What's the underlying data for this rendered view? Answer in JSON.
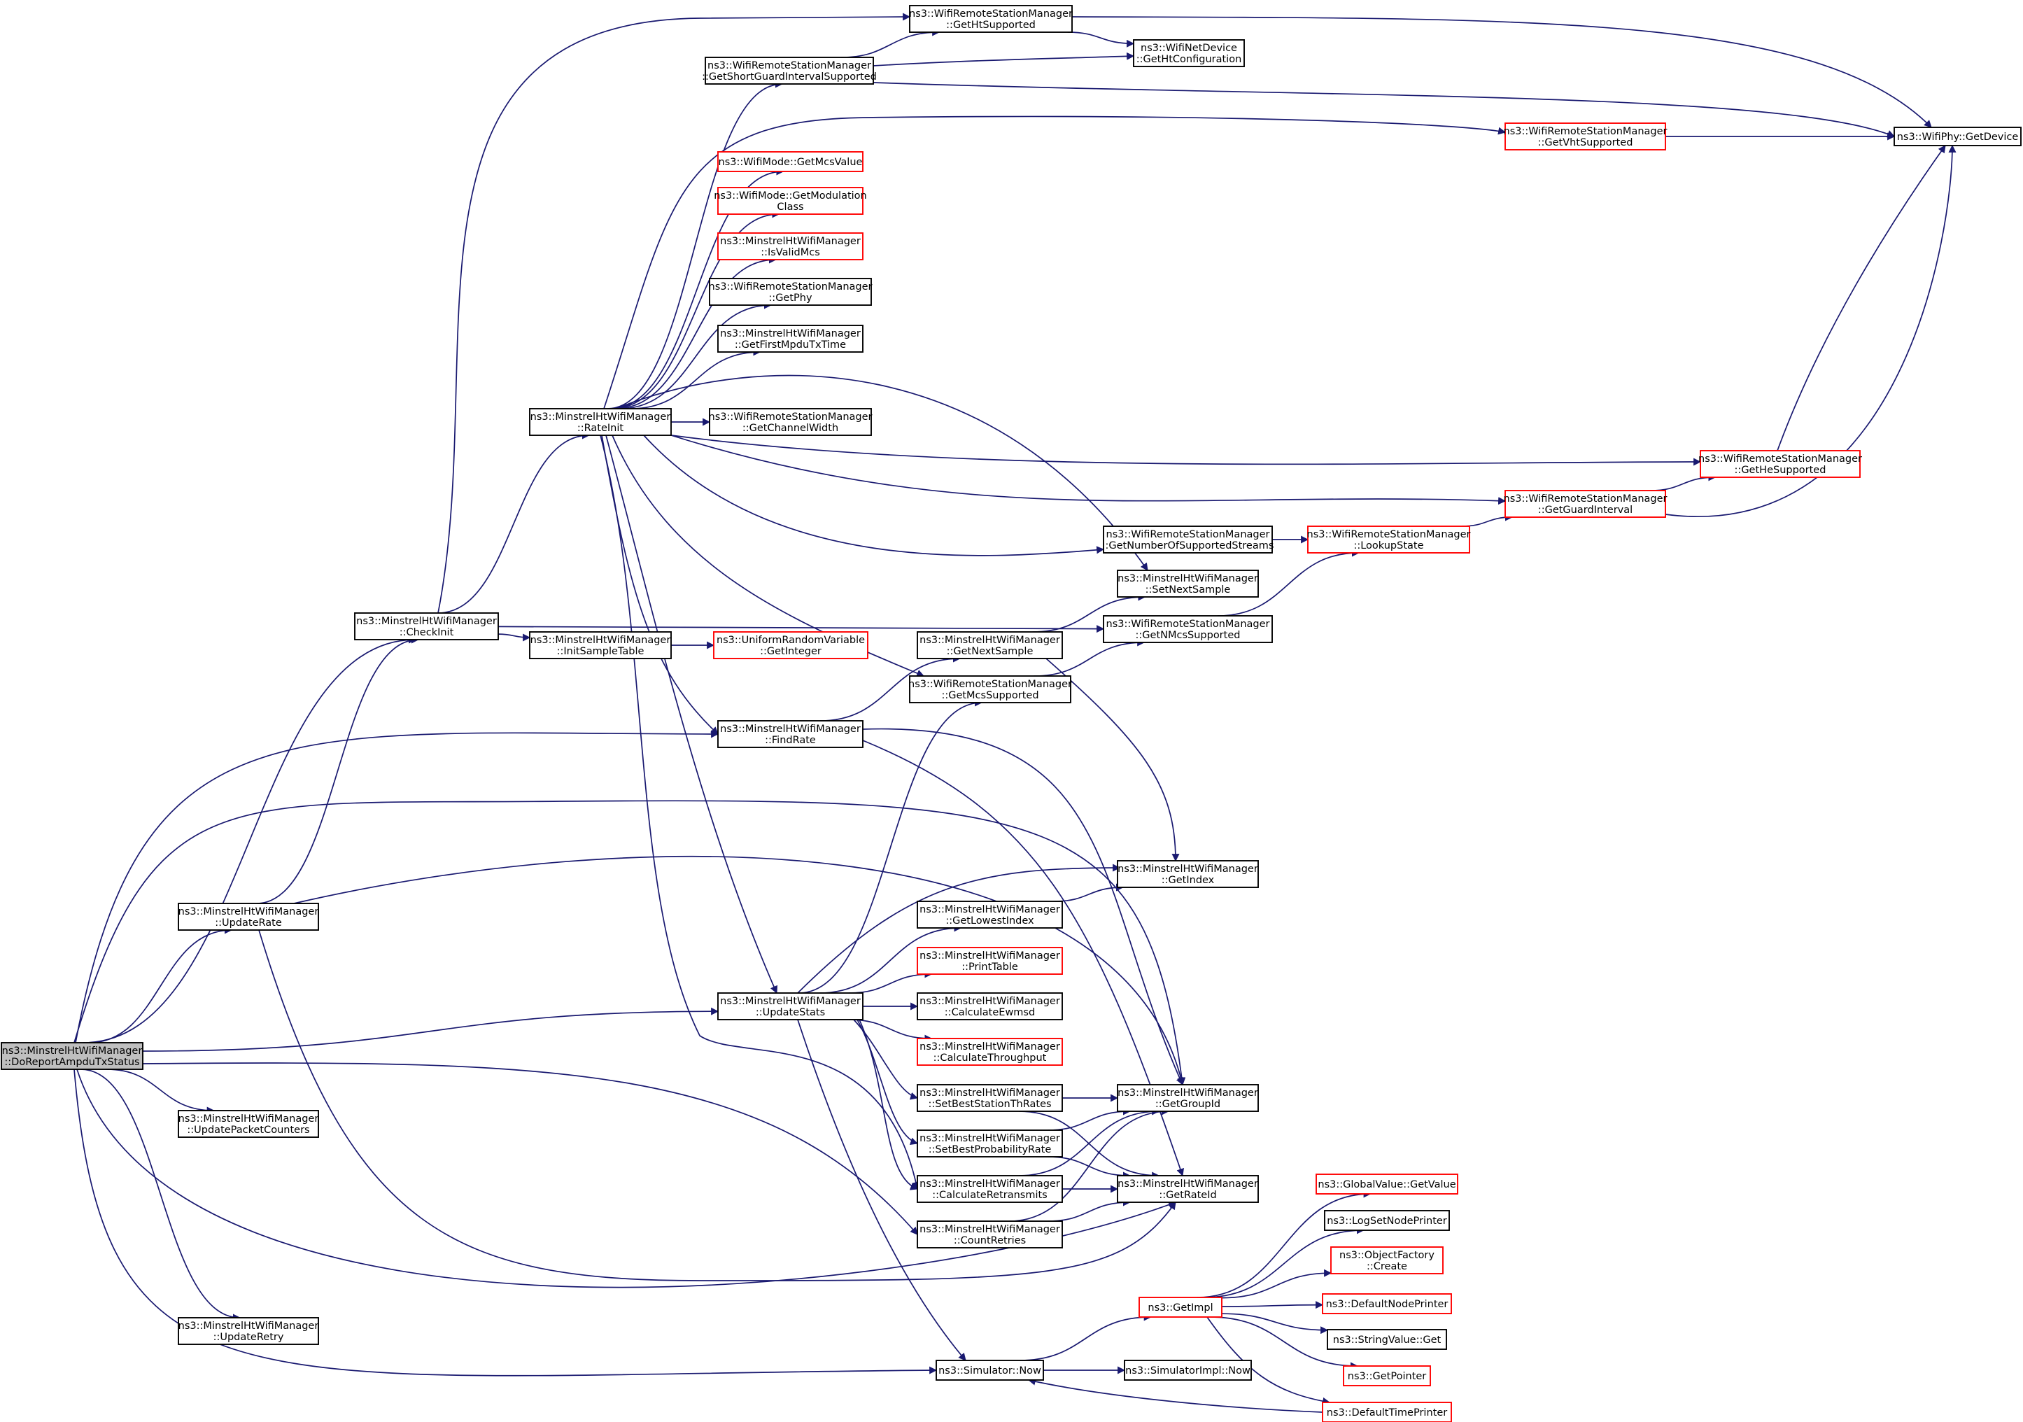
{
  "colors": {
    "edge": "#191970",
    "normal_border": "#000000",
    "truncated_border": "#ff0000",
    "root_fill": "#bfbfbf"
  },
  "nodes": [
    {
      "id": "root",
      "lines": [
        "ns3::MinstrelHtWifiManager",
        "::DoReportAmpduTxStatus"
      ],
      "style": "root"
    },
    {
      "id": "checkinit",
      "lines": [
        "ns3::MinstrelHtWifiManager",
        "::CheckInit"
      ],
      "style": "normal"
    },
    {
      "id": "updaterate",
      "lines": [
        "ns3::MinstrelHtWifiManager",
        "::UpdateRate"
      ],
      "style": "normal"
    },
    {
      "id": "updpktcnt",
      "lines": [
        "ns3::MinstrelHtWifiManager",
        "::UpdatePacketCounters"
      ],
      "style": "normal"
    },
    {
      "id": "updretry",
      "lines": [
        "ns3::MinstrelHtWifiManager",
        "::UpdateRetry"
      ],
      "style": "normal"
    },
    {
      "id": "rateinit",
      "lines": [
        "ns3::MinstrelHtWifiManager",
        "::RateInit"
      ],
      "style": "normal"
    },
    {
      "id": "initsample",
      "lines": [
        "ns3::MinstrelHtWifiManager",
        "::InitSampleTable"
      ],
      "style": "normal"
    },
    {
      "id": "getht",
      "lines": [
        "ns3::WifiRemoteStationManager",
        "::GetHtSupported"
      ],
      "style": "normal"
    },
    {
      "id": "getsgi",
      "lines": [
        "ns3::WifiRemoteStationManager",
        "::GetShortGuardIntervalSupported"
      ],
      "style": "normal"
    },
    {
      "id": "getmcsval",
      "lines": [
        "ns3::WifiMode::GetMcsValue"
      ],
      "style": "truncated"
    },
    {
      "id": "getmod",
      "lines": [
        "ns3::WifiMode::GetModulation",
        "Class"
      ],
      "style": "truncated"
    },
    {
      "id": "isvalidmcs",
      "lines": [
        "ns3::MinstrelHtWifiManager",
        "::IsValidMcs"
      ],
      "style": "truncated"
    },
    {
      "id": "getphy",
      "lines": [
        "ns3::WifiRemoteStationManager",
        "::GetPhy"
      ],
      "style": "normal"
    },
    {
      "id": "getfirstmpdu",
      "lines": [
        "ns3::MinstrelHtWifiManager",
        "::GetFirstMpduTxTime"
      ],
      "style": "normal"
    },
    {
      "id": "getchw",
      "lines": [
        "ns3::WifiRemoteStationManager",
        "::GetChannelWidth"
      ],
      "style": "normal"
    },
    {
      "id": "uniform",
      "lines": [
        "ns3::UniformRandomVariable",
        "::GetInteger"
      ],
      "style": "truncated"
    },
    {
      "id": "findrate",
      "lines": [
        "ns3::MinstrelHtWifiManager",
        "::FindRate"
      ],
      "style": "normal"
    },
    {
      "id": "updatestats",
      "lines": [
        "ns3::MinstrelHtWifiManager",
        "::UpdateStats"
      ],
      "style": "normal"
    },
    {
      "id": "htconfig",
      "lines": [
        "ns3::WifiNetDevice",
        "::GetHtConfiguration"
      ],
      "style": "normal"
    },
    {
      "id": "getnext",
      "lines": [
        "ns3::MinstrelHtWifiManager",
        "::GetNextSample"
      ],
      "style": "normal"
    },
    {
      "id": "getmcssup",
      "lines": [
        "ns3::WifiRemoteStationManager",
        "::GetMcsSupported"
      ],
      "style": "normal"
    },
    {
      "id": "getlowest",
      "lines": [
        "ns3::MinstrelHtWifiManager",
        "::GetLowestIndex"
      ],
      "style": "normal"
    },
    {
      "id": "printtable",
      "lines": [
        "ns3::MinstrelHtWifiManager",
        "::PrintTable"
      ],
      "style": "truncated"
    },
    {
      "id": "calcewmsd",
      "lines": [
        "ns3::MinstrelHtWifiManager",
        "::CalculateEwmsd"
      ],
      "style": "normal"
    },
    {
      "id": "calcthr",
      "lines": [
        "ns3::MinstrelHtWifiManager",
        "::CalculateThroughput"
      ],
      "style": "truncated"
    },
    {
      "id": "setbeststa",
      "lines": [
        "ns3::MinstrelHtWifiManager",
        "::SetBestStationThRates"
      ],
      "style": "normal"
    },
    {
      "id": "setbestprob",
      "lines": [
        "ns3::MinstrelHtWifiManager",
        "::SetBestProbabilityRate"
      ],
      "style": "normal"
    },
    {
      "id": "calcretr",
      "lines": [
        "ns3::MinstrelHtWifiManager",
        "::CalculateRetransmits"
      ],
      "style": "normal"
    },
    {
      "id": "countretries",
      "lines": [
        "ns3::MinstrelHtWifiManager",
        "::CountRetries"
      ],
      "style": "normal"
    },
    {
      "id": "simnow",
      "lines": [
        "ns3::Simulator::Now"
      ],
      "style": "normal"
    },
    {
      "id": "getnss",
      "lines": [
        "ns3::WifiRemoteStationManager",
        "::GetNumberOfSupportedStreams"
      ],
      "style": "normal"
    },
    {
      "id": "setnext",
      "lines": [
        "ns3::MinstrelHtWifiManager",
        "::SetNextSample"
      ],
      "style": "normal"
    },
    {
      "id": "getnmcs",
      "lines": [
        "ns3::WifiRemoteStationManager",
        "::GetNMcsSupported"
      ],
      "style": "normal"
    },
    {
      "id": "getindex",
      "lines": [
        "ns3::MinstrelHtWifiManager",
        "::GetIndex"
      ],
      "style": "normal"
    },
    {
      "id": "getgroupid",
      "lines": [
        "ns3::MinstrelHtWifiManager",
        "::GetGroupId"
      ],
      "style": "normal"
    },
    {
      "id": "getrateid",
      "lines": [
        "ns3::MinstrelHtWifiManager",
        "::GetRateId"
      ],
      "style": "normal"
    },
    {
      "id": "simimplnow",
      "lines": [
        "ns3::SimulatorImpl::Now"
      ],
      "style": "normal"
    },
    {
      "id": "getimpl",
      "lines": [
        "ns3::GetImpl"
      ],
      "style": "truncated"
    },
    {
      "id": "getvht",
      "lines": [
        "ns3::WifiRemoteStationManager",
        "::GetVhtSupported"
      ],
      "style": "truncated"
    },
    {
      "id": "gethe",
      "lines": [
        "ns3::WifiRemoteStationManager",
        "::GetHeSupported"
      ],
      "style": "truncated"
    },
    {
      "id": "getgi",
      "lines": [
        "ns3::WifiRemoteStationManager",
        "::GetGuardInterval"
      ],
      "style": "truncated"
    },
    {
      "id": "lookupstate",
      "lines": [
        "ns3::WifiRemoteStationManager",
        "::LookupState"
      ],
      "style": "truncated"
    },
    {
      "id": "getdevice",
      "lines": [
        "ns3::WifiPhy::GetDevice"
      ],
      "style": "normal"
    },
    {
      "id": "globalvalue",
      "lines": [
        "ns3::GlobalValue::GetValue"
      ],
      "style": "truncated"
    },
    {
      "id": "logsetnode",
      "lines": [
        "ns3::LogSetNodePrinter"
      ],
      "style": "normal"
    },
    {
      "id": "objfactory",
      "lines": [
        "ns3::ObjectFactory",
        "::Create"
      ],
      "style": "truncated"
    },
    {
      "id": "defnodeprinter",
      "lines": [
        "ns3::DefaultNodePrinter"
      ],
      "style": "truncated"
    },
    {
      "id": "stringvalue",
      "lines": [
        "ns3::StringValue::Get"
      ],
      "style": "normal"
    },
    {
      "id": "getpointer",
      "lines": [
        "ns3::GetPointer"
      ],
      "style": "truncated"
    },
    {
      "id": "deftimeprinter",
      "lines": [
        "ns3::DefaultTimePrinter"
      ],
      "style": "truncated"
    }
  ],
  "edges": [
    [
      "root",
      "checkinit"
    ],
    [
      "root",
      "findrate"
    ],
    [
      "root",
      "getgroupid"
    ],
    [
      "root",
      "getrateid"
    ],
    [
      "root",
      "updaterate"
    ],
    [
      "root",
      "updatestats"
    ],
    [
      "root",
      "countretries"
    ],
    [
      "root",
      "updpktcnt"
    ],
    [
      "root",
      "updretry"
    ],
    [
      "root",
      "simnow"
    ],
    [
      "checkinit",
      "getht"
    ],
    [
      "checkinit",
      "rateinit"
    ],
    [
      "checkinit",
      "getnmcs"
    ],
    [
      "checkinit",
      "initsample"
    ],
    [
      "updaterate",
      "checkinit"
    ],
    [
      "updaterate",
      "getgroupid"
    ],
    [
      "updaterate",
      "getrateid"
    ],
    [
      "rateinit",
      "getsgi"
    ],
    [
      "rateinit",
      "getvht"
    ],
    [
      "rateinit",
      "getmcsval"
    ],
    [
      "rateinit",
      "getmod"
    ],
    [
      "rateinit",
      "isvalidmcs"
    ],
    [
      "rateinit",
      "getphy"
    ],
    [
      "rateinit",
      "getfirstmpdu"
    ],
    [
      "rateinit",
      "getchw"
    ],
    [
      "rateinit",
      "setnext"
    ],
    [
      "rateinit",
      "gethe"
    ],
    [
      "rateinit",
      "getgi"
    ],
    [
      "rateinit",
      "getnss"
    ],
    [
      "rateinit",
      "getmcssup"
    ],
    [
      "rateinit",
      "findrate"
    ],
    [
      "rateinit",
      "updatestats"
    ],
    [
      "rateinit",
      "calcretr"
    ],
    [
      "initsample",
      "uniform"
    ],
    [
      "getht",
      "htconfig"
    ],
    [
      "getht",
      "getdevice"
    ],
    [
      "getsgi",
      "getht"
    ],
    [
      "getsgi",
      "htconfig"
    ],
    [
      "getsgi",
      "getdevice"
    ],
    [
      "getvht",
      "getdevice"
    ],
    [
      "gethe",
      "getdevice"
    ],
    [
      "getgi",
      "gethe"
    ],
    [
      "getgi",
      "getdevice"
    ],
    [
      "getnss",
      "lookupstate"
    ],
    [
      "lookupstate",
      "getgi"
    ],
    [
      "getnmcs",
      "lookupstate"
    ],
    [
      "findrate",
      "getnext"
    ],
    [
      "findrate",
      "getgroupid"
    ],
    [
      "findrate",
      "getrateid"
    ],
    [
      "getnext",
      "setnext"
    ],
    [
      "getnext",
      "getindex"
    ],
    [
      "getmcssup",
      "getnmcs"
    ],
    [
      "updatestats",
      "getmcssup"
    ],
    [
      "updatestats",
      "getindex"
    ],
    [
      "updatestats",
      "getlowest"
    ],
    [
      "updatestats",
      "printtable"
    ],
    [
      "updatestats",
      "calcewmsd"
    ],
    [
      "updatestats",
      "calcthr"
    ],
    [
      "updatestats",
      "setbeststa"
    ],
    [
      "updatestats",
      "setbestprob"
    ],
    [
      "updatestats",
      "calcretr"
    ],
    [
      "updatestats",
      "simnow"
    ],
    [
      "getlowest",
      "getindex"
    ],
    [
      "setbeststa",
      "getgroupid"
    ],
    [
      "setbeststa",
      "getrateid"
    ],
    [
      "setbestprob",
      "getgroupid"
    ],
    [
      "setbestprob",
      "getrateid"
    ],
    [
      "calcretr",
      "getgroupid"
    ],
    [
      "calcretr",
      "getrateid"
    ],
    [
      "countretries",
      "getgroupid"
    ],
    [
      "countretries",
      "getrateid"
    ],
    [
      "simnow",
      "simimplnow"
    ],
    [
      "simnow",
      "getimpl"
    ],
    [
      "getimpl",
      "globalvalue"
    ],
    [
      "getimpl",
      "logsetnode"
    ],
    [
      "getimpl",
      "objfactory"
    ],
    [
      "getimpl",
      "defnodeprinter"
    ],
    [
      "getimpl",
      "stringvalue"
    ],
    [
      "getimpl",
      "getpointer"
    ],
    [
      "getimpl",
      "deftimeprinter"
    ],
    [
      "deftimeprinter",
      "simnow"
    ]
  ]
}
